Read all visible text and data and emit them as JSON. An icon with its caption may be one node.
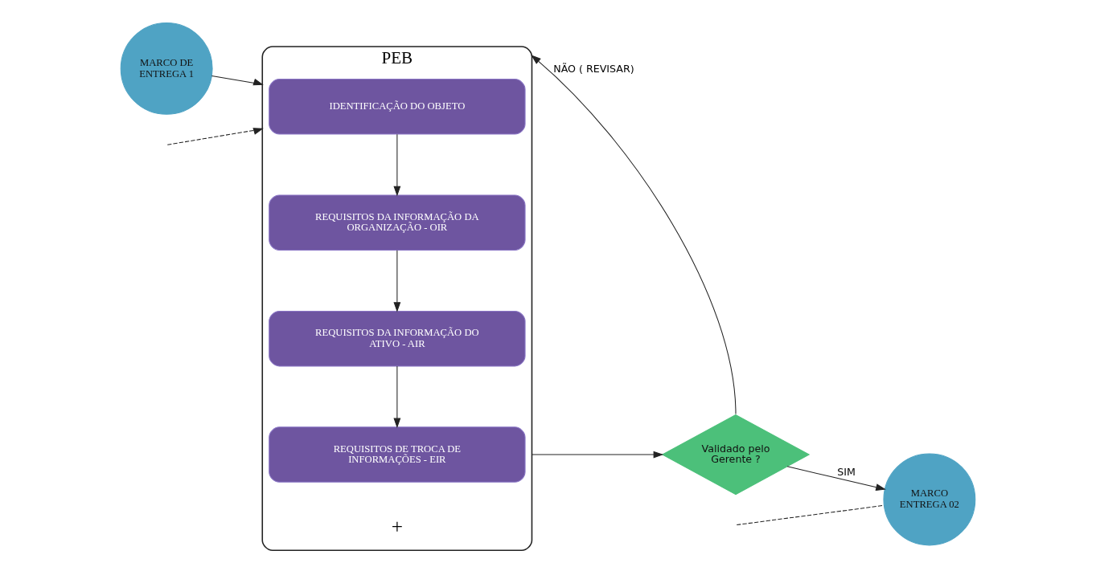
{
  "diagram": {
    "nodes": [
      {
        "text": [
          "MARCO DE ENTREGA 1"
        ]
      },
      {
        "text": [
          "PEB"
        ]
      },
      {
        "text": [
          "IDENTIFICAÇÃO DO OBJETO"
        ],
        "in": 1
      },
      {
        "text": [
          "REQUISITOS DA INFORMAÇÃO DA ORGANIZAÇÃO - OIR"
        ],
        "in": 1
      },
      {
        "text": [
          "REQUISITOS DA INFORMAÇÃO DO ATIVO - AIR"
        ],
        "in": 1
      },
      {
        "text": [
          "REQUISITOS DE TROCA DE INFORMAÇÕES - EIR"
        ],
        "in": 1
      },
      {
        "text": [
          "Validado pelo Gerente ?"
        ]
      },
      {
        "text": [
          "MARCO ENTREGA 02"
        ]
      }
    ],
    "edges": [
      {
        "from": null,
        "to": 1,
        "arrow": "to",
        "style": "dashed"
      },
      {
        "from": 2,
        "to": 3,
        "arrow": "to"
      },
      {
        "from": 0,
        "to": 1,
        "arrow": "to"
      },
      {
        "from": 3,
        "to": 4,
        "arrow": "to"
      },
      {
        "from": 1,
        "to": 6,
        "arrow": "to"
      },
      {
        "from": 6,
        "to": 1,
        "arrow": "to",
        "label": "NÃO ( REVISAR)"
      },
      {
        "from": 6,
        "to": 7,
        "arrow": "to",
        "label": "SIM"
      },
      {
        "from": 4,
        "to": 5,
        "arrow": "to"
      },
      {
        "from": null,
        "to": 7,
        "arrow": "none",
        "style": "dashed"
      }
    ],
    "labels": [
      "+"
    ]
  }
}
